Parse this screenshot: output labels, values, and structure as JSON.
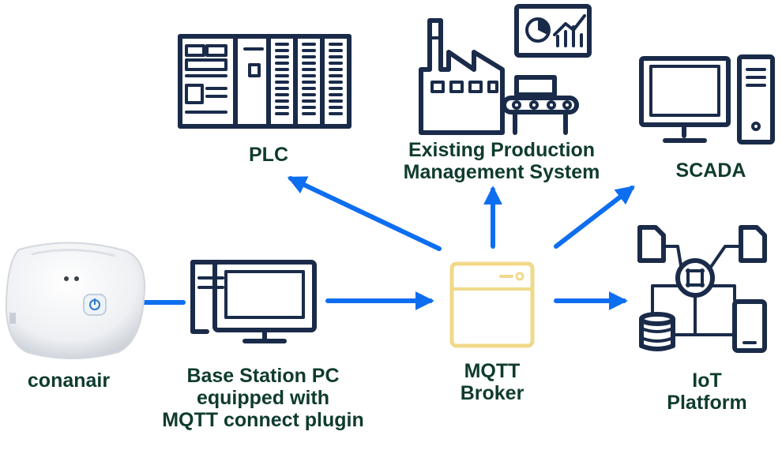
{
  "colors": {
    "arrow": "#0e6ef0",
    "icon_stroke": "#1a2b4a",
    "broker_stroke": "#f0d98a",
    "label_text": "#0f3b2e",
    "device_body": "#f3f4f6",
    "power_button": "#2f78c8"
  },
  "nodes": {
    "conanair": {
      "label": "conanair",
      "icon": "sensor-device-photo"
    },
    "base_station": {
      "label_lines": [
        "Base Station PC",
        "equipped with",
        "MQTT connect plugin"
      ],
      "icon": "desktop-pc-icon"
    },
    "broker": {
      "label_lines": [
        "MQTT",
        "Broker"
      ],
      "icon": "browser-window-icon"
    },
    "plc": {
      "label": "PLC",
      "icon": "plc-rack-icon"
    },
    "production": {
      "label_lines": [
        "Existing Production",
        "Management System"
      ],
      "icon": "factory-icon"
    },
    "scada": {
      "label": "SCADA",
      "icon": "monitor-tower-icon"
    },
    "iot": {
      "label_lines": [
        "IoT",
        "Platform"
      ],
      "icon": "iot-network-icon"
    }
  },
  "edges": [
    {
      "from": "conanair",
      "to": "base_station",
      "arrowhead": false
    },
    {
      "from": "base_station",
      "to": "broker",
      "arrowhead": true
    },
    {
      "from": "broker",
      "to": "plc",
      "arrowhead": true
    },
    {
      "from": "broker",
      "to": "production",
      "arrowhead": true
    },
    {
      "from": "broker",
      "to": "scada",
      "arrowhead": true
    },
    {
      "from": "broker",
      "to": "iot",
      "arrowhead": true
    }
  ]
}
